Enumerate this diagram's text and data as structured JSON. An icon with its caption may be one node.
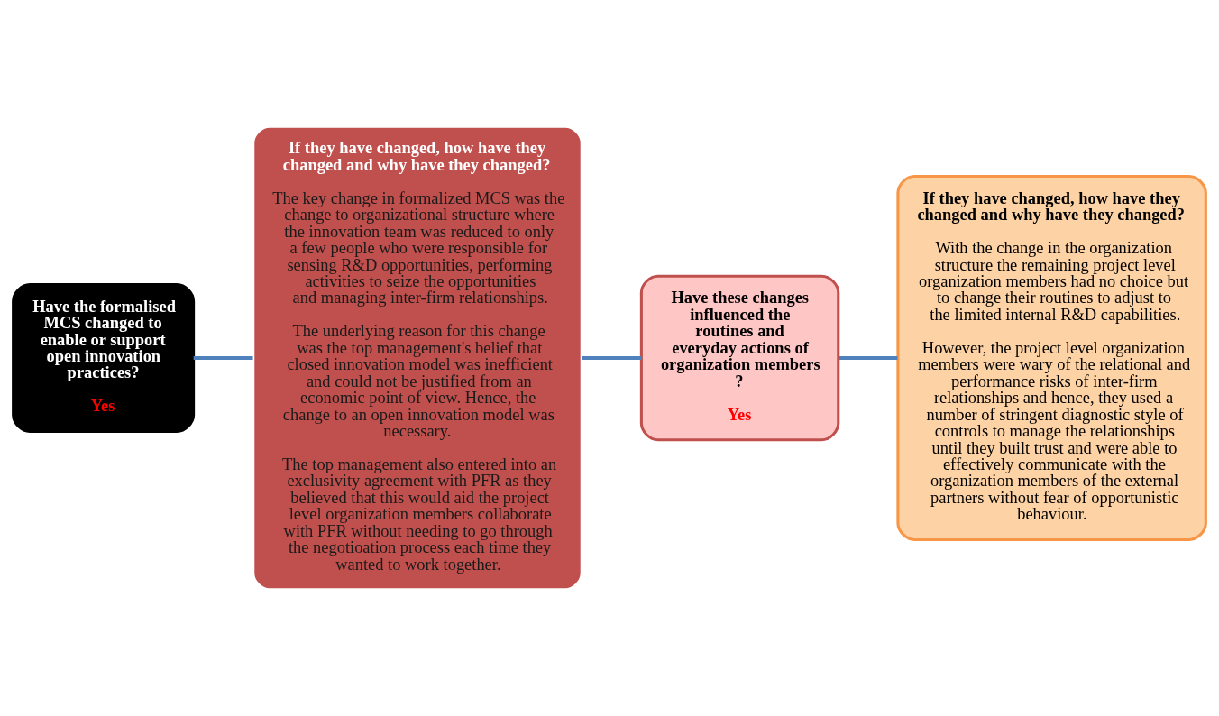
{
  "diagram": {
    "nodes": [
      {
        "text": [
          "Have the formalised MCS changed to enable or support open innovation practices?",
          "Yes"
        ]
      },
      {
        "text": [
          "If they have changed, how have they changed and why have they changed?",
          "The key change in formalized MCS was the change to organizational structure where the innovation team was reduced to only a few people who were responsible for sensing R&D opportunities, performing activities to seize the opportunities and managing inter-firm relationships.",
          "The underlying reason for this change was the top management's belief that closed innovation model was inefficient and could not be justified from an economic point of view. Hence, the change to an open innovation model was necessary.",
          "The top management also entered into an exclusivity agreement with PFR as they believed that this would aid the project level organization members collaborate with PFR without needing to go through the negotioation process each time they wanted to work together."
        ]
      },
      {
        "text": [
          "Have these changes influenced the routines and everyday actions of organization members ?",
          "Yes"
        ]
      },
      {
        "text": [
          "If they have changed, how have they changed and why have they changed?",
          "With the change in the organization structure the remaining project level organization members had no choice but to change their routines to adjust to the limited internal R&D capabilities.",
          "However, the project level organization members were wary of the relational and performance risks of inter-firm relationships and hence, they used a number of stringent diagnostic style of controls to manage the relationships until they built trust and were able to effectively communicate with the organization members of the external partners without fear of opportunistic behaviour."
        ]
      }
    ],
    "edges": [
      {
        "from": 0,
        "to": 1,
        "arrow": "none"
      },
      {
        "from": 1,
        "to": 2,
        "arrow": "none"
      },
      {
        "from": 2,
        "to": 3,
        "arrow": "none"
      }
    ]
  }
}
